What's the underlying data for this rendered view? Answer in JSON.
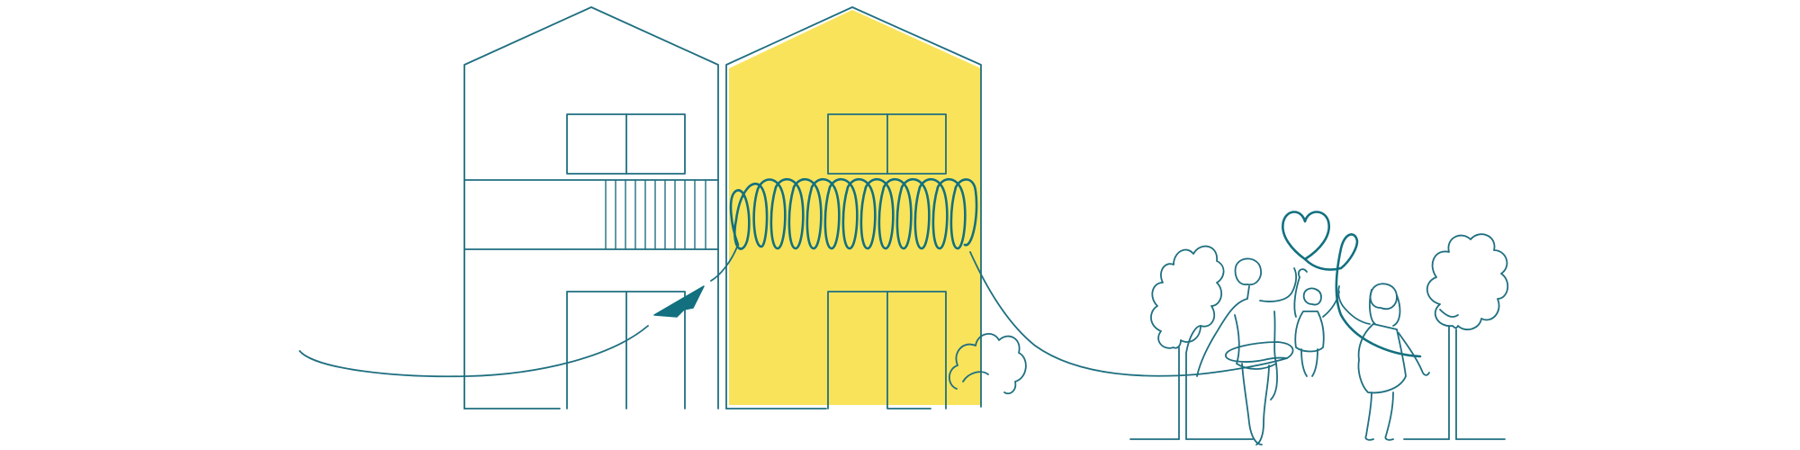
{
  "illustration": {
    "colors": {
      "line": "#1f6f80",
      "accent_line": "#12707f",
      "house_fill": "#f8e35b",
      "background": "#ffffff"
    },
    "elements": {
      "houses": [
        "house-outline",
        "house-yellow"
      ],
      "figures": [
        "adult",
        "child",
        "adult"
      ],
      "trees": 2,
      "icons": [
        "heart-icon",
        "paper-plane-icon"
      ]
    }
  }
}
